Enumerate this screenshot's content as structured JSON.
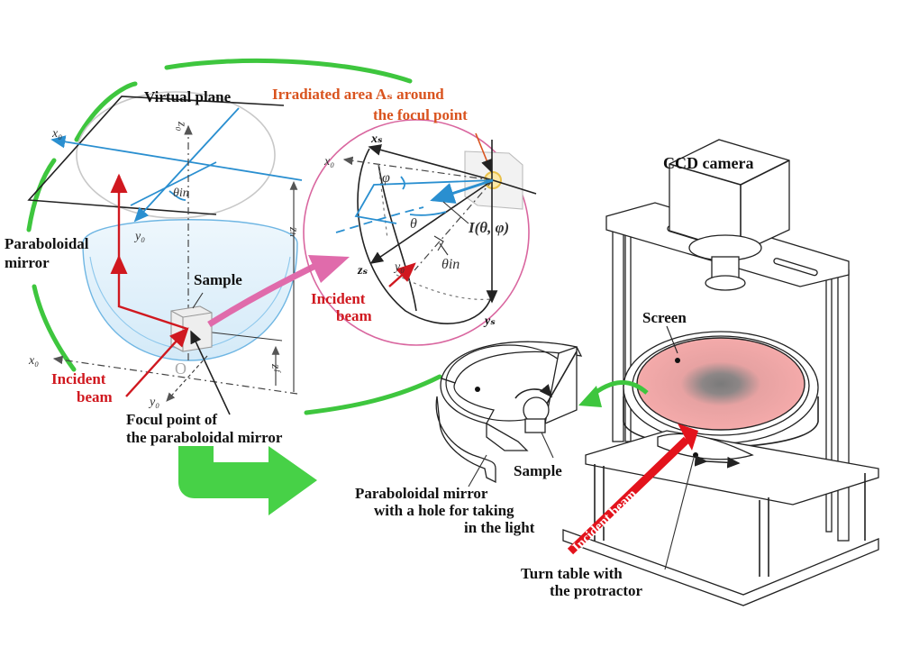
{
  "figure": {
    "left_panel": {
      "virtual_plane_label": "Virtual plane",
      "paraboloidal_mirror_label_line1": "Paraboloidal",
      "paraboloidal_mirror_label_line2": "mirror",
      "sample_label": "Sample",
      "incident_beam_line1": "Incident",
      "incident_beam_line2": "beam",
      "focul_point_line1": "Focul point of",
      "focul_point_line2": "the paraboloidal mirror",
      "axes": {
        "x0_top": "x₀",
        "y0_top": "y₀",
        "z0": "z₀",
        "zh": "zₕ",
        "zf": "zᶠ",
        "x0_bottom": "x₀",
        "y0_bottom": "y₀",
        "origin": "O"
      },
      "theta_in": "θin"
    },
    "inset_panel": {
      "irradiated_line1": "Irradiated area Aₛ around",
      "irradiated_line2": "the focul point",
      "xs": "xₛ",
      "ys": "yₛ",
      "zs": "zₛ",
      "x0": "x₀",
      "y0": "y₀",
      "phi": "φ",
      "theta": "θ",
      "theta_in": "θin",
      "intensity": "I(θ, φ)",
      "incident_beam_line1": "Incident",
      "incident_beam_line2": "beam"
    },
    "apparatus": {
      "ccd_camera_label": "CCD camera",
      "screen_label": "Screen",
      "sample_label": "Sample",
      "mirror_label_line1": "Paraboloidal mirror",
      "mirror_label_line2": "with a hole for taking",
      "mirror_label_line3": "in the light",
      "incident_beam_label": "Incident beam",
      "turn_table_line1": "Turn table with",
      "turn_table_line2": "the protractor"
    },
    "colors": {
      "green_arrow": "#3ec63e",
      "incident_red": "#d0181f",
      "label_orange": "#d9531e",
      "axis_blue": "#2a8fd0",
      "inset_pink": "#d9669f",
      "screen_pink": "#f2a7a7"
    }
  }
}
